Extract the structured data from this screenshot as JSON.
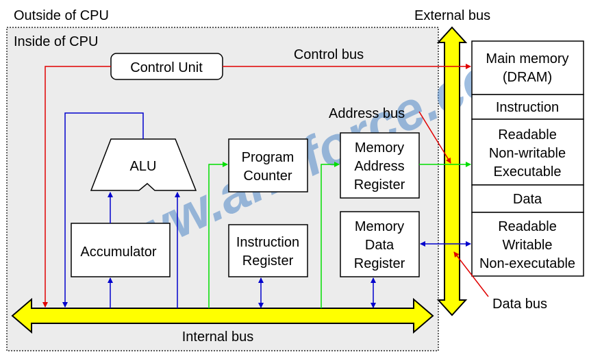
{
  "labels": {
    "outside_cpu": "Outside of CPU",
    "inside_cpu": "Inside of CPU",
    "external_bus": "External bus",
    "control_bus": "Control bus",
    "address_bus": "Address bus",
    "data_bus": "Data bus",
    "internal_bus": "Internal bus"
  },
  "components": {
    "control_unit": "Control Unit",
    "alu": "ALU",
    "accumulator": "Accumulator",
    "program_counter": [
      "Program",
      "Counter"
    ],
    "instruction_register": [
      "Instruction",
      "Register"
    ],
    "mar": [
      "Memory",
      "Address",
      "Register"
    ],
    "mdr": [
      "Memory",
      "Data",
      "Register"
    ]
  },
  "memory": {
    "title": [
      "Main memory",
      "(DRAM)"
    ],
    "instruction": "Instruction",
    "instruction_props": [
      "Readable",
      "Non-writable",
      "Executable"
    ],
    "data": "Data",
    "data_props": [
      "Readable",
      "Writable",
      "Non-executable"
    ]
  },
  "watermark": "www.ansforce.com",
  "colors": {
    "control": "#e00000",
    "address": "#00dd00",
    "data": "#0000cc",
    "bus_fill": "#ffff00",
    "cpu_bg": "#ececec",
    "watermark": "#4f86c6"
  }
}
